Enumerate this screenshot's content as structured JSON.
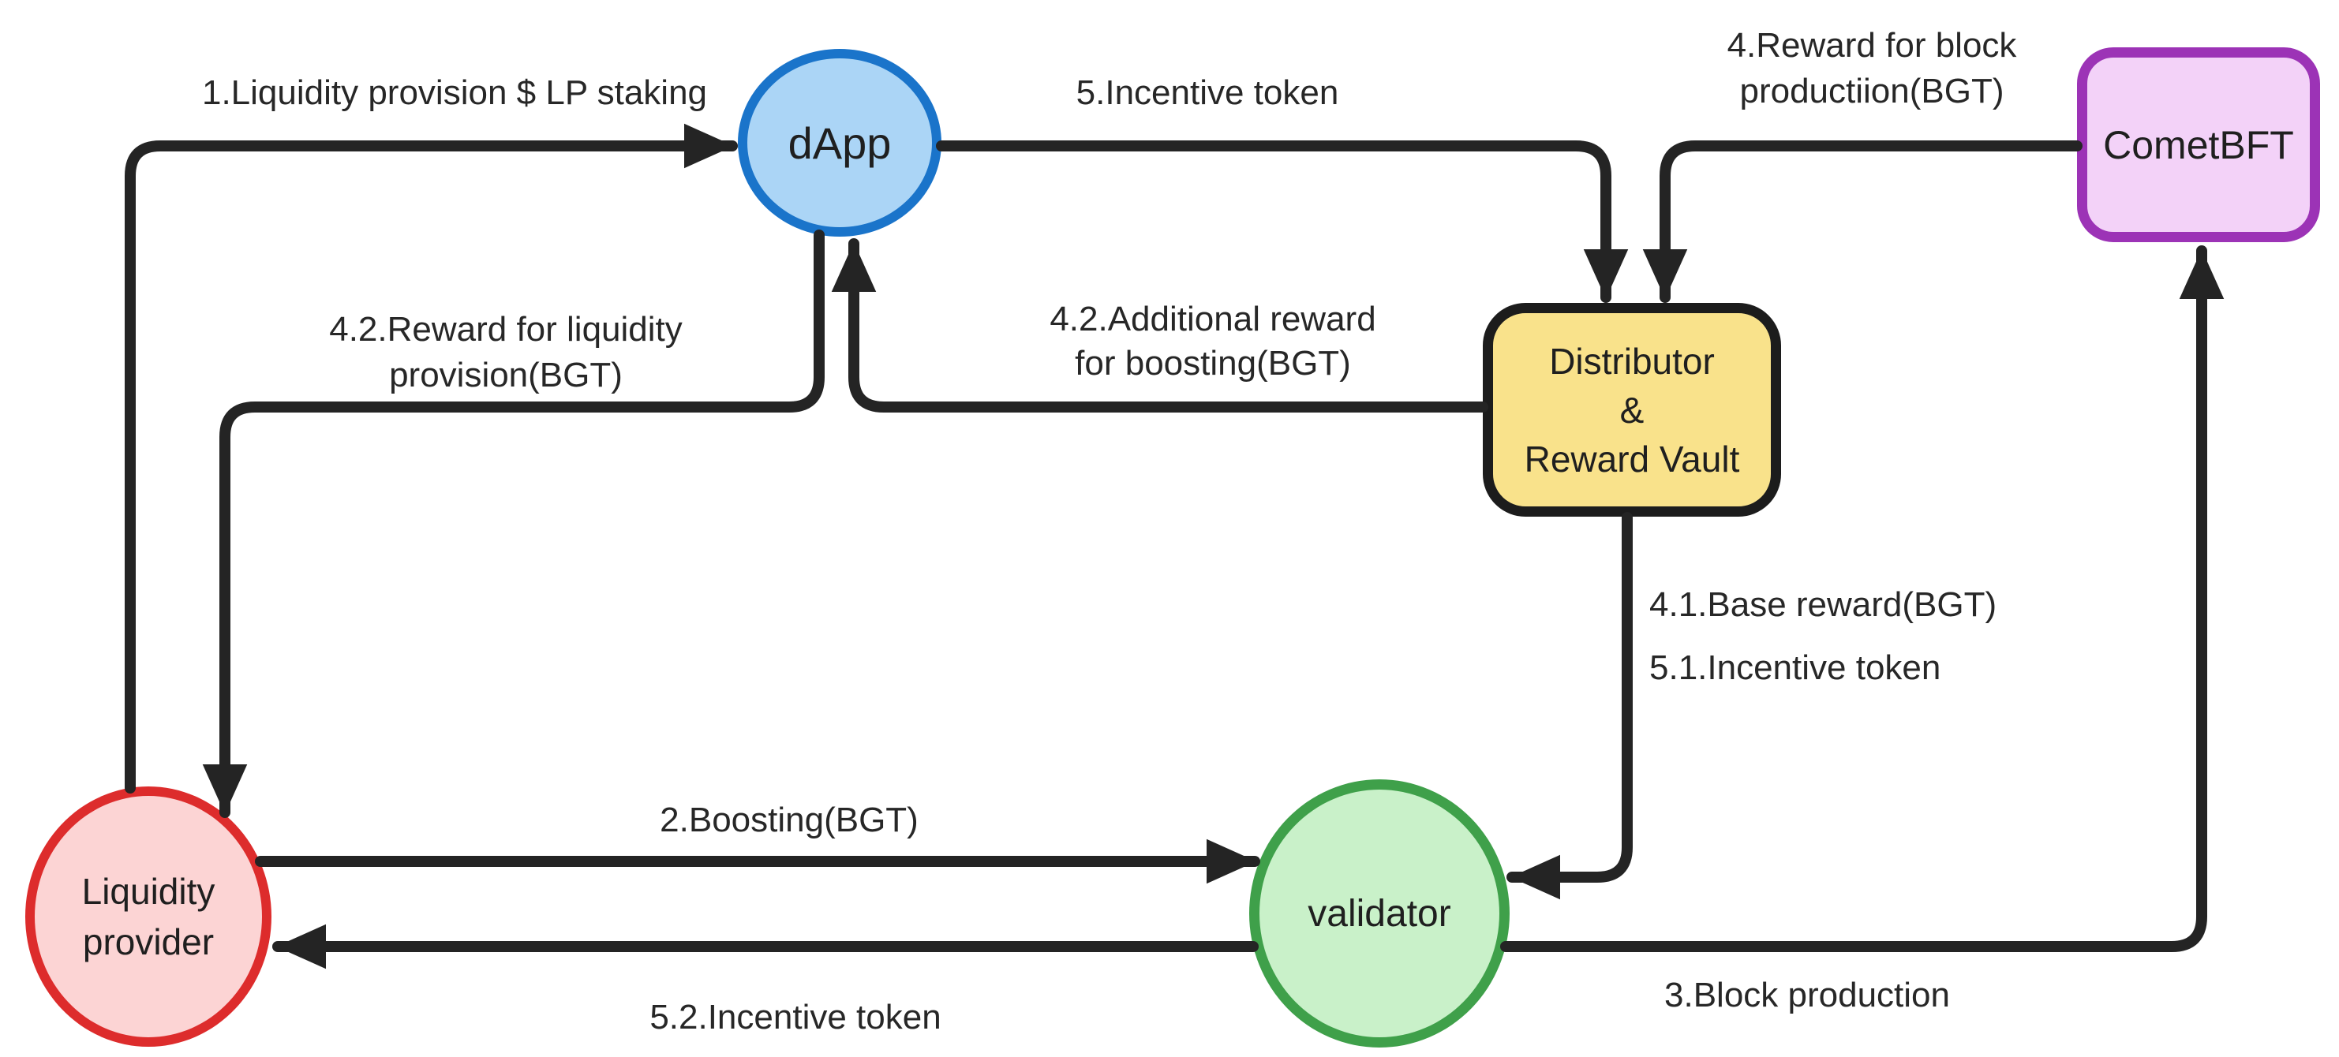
{
  "diagram": {
    "background": "#ffffff",
    "arrow_color": "#242424",
    "arrow_stroke_width": 14,
    "nodes": {
      "dapp": {
        "label": "dApp",
        "shape": "ellipse",
        "fill": "#abd5f6",
        "border": "#1a74ca"
      },
      "cometbft": {
        "label": "CometBFT",
        "shape": "rounded-rect",
        "fill": "#f3d2f8",
        "border": "#9c33b6"
      },
      "distributor": {
        "line1": "Distributor",
        "line2": "&",
        "line3": "Reward Vault",
        "shape": "rounded-rect",
        "fill": "#f9e28b",
        "border": "#1c1c1c"
      },
      "liquidity_provider": {
        "line1": "Liquidity",
        "line2": "provider",
        "shape": "ellipse",
        "fill": "#fcd4d4",
        "border": "#dd2c2c"
      },
      "validator": {
        "label": "validator",
        "shape": "ellipse",
        "fill": "#c9f1c9",
        "border": "#3fa04a"
      }
    },
    "edges": [
      {
        "from": "liquidity_provider",
        "to": "dapp",
        "label": "1.Liquidity provision $ LP staking"
      },
      {
        "from": "liquidity_provider",
        "to": "validator",
        "label": "2.Boosting(BGT)"
      },
      {
        "from": "validator",
        "to": "cometbft",
        "label": "3.Block production"
      },
      {
        "from": "cometbft",
        "to": "distributor",
        "label": "4.Reward for block productiion(BGT)"
      },
      {
        "from": "distributor",
        "to": "validator",
        "label": "4.1.Base reward(BGT)"
      },
      {
        "from": "dapp",
        "to": "liquidity_provider",
        "label": "4.2.Reward for liquidity provision(BGT)"
      },
      {
        "from": "distributor",
        "to": "dapp",
        "label": "4.2.Additional reward for boosting(BGT)"
      },
      {
        "from": "dapp",
        "to": "distributor",
        "label": "5.Incentive token"
      },
      {
        "from": "distributor",
        "to": "validator",
        "label": "5.1.Incentive token"
      },
      {
        "from": "validator",
        "to": "liquidity_provider",
        "label": "5.2.Incentive token"
      }
    ],
    "labels": {
      "e1": "1.Liquidity provision $ LP staking",
      "e5": "5.Incentive token",
      "e4_line1": "4.Reward for block",
      "e4_line2": "productiion(BGT)",
      "e42lp_line1": "4.2.Reward for liquidity",
      "e42lp_line2": "provision(BGT)",
      "e42dapp_line1": "4.2.Additional reward",
      "e42dapp_line2": "for boosting(BGT)",
      "e41": "4.1.Base reward(BGT)",
      "e51": "5.1.Incentive token",
      "e2": "2.Boosting(BGT)",
      "e52": "5.2.Incentive token",
      "e3": "3.Block production"
    }
  }
}
